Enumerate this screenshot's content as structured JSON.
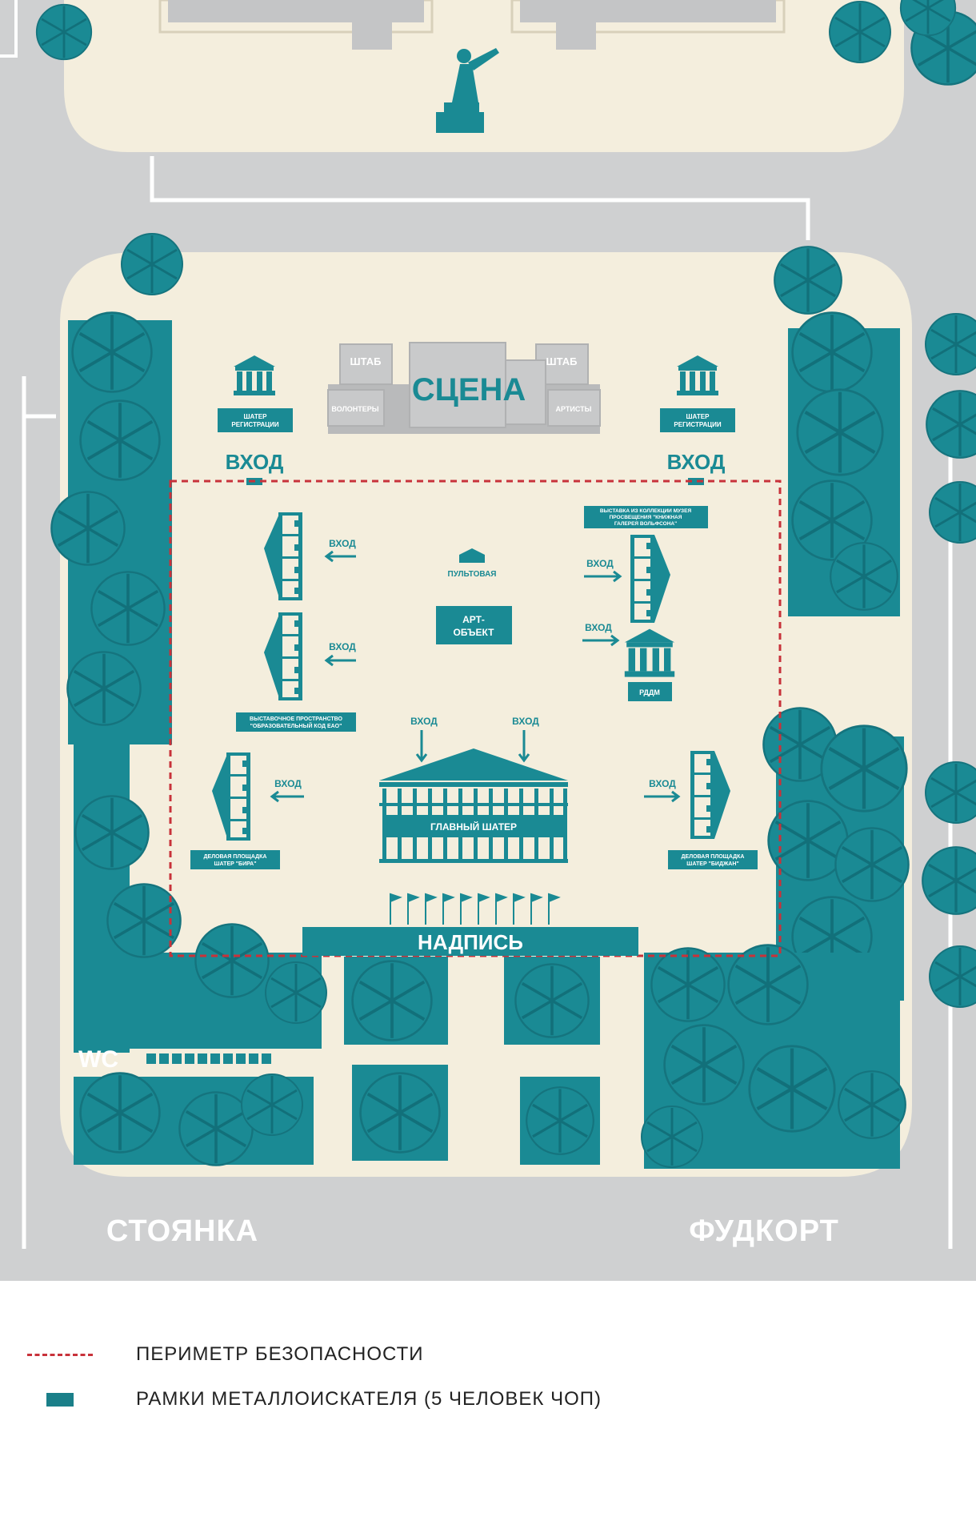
{
  "colors": {
    "road": "#cfd0d1",
    "plaza": "#f4eedd",
    "teal": "#1a8a94",
    "teal_dark": "#12707a",
    "perimeter": "#c8323a",
    "building": "#c4c5c6"
  },
  "stage": {
    "title": "СЦЕНА",
    "hq_left": "ШТАБ",
    "hq_right": "ШТАБ",
    "volunteers": "ВОЛОНТЕРЫ",
    "artists": "АРТИСТЫ"
  },
  "registration": {
    "left": [
      "ШАТЕР",
      "РЕГИСТРАЦИИ"
    ],
    "right": [
      "ШАТЕР",
      "РЕГИСТРАЦИИ"
    ]
  },
  "entrances": {
    "main_left": "ВХОД",
    "main_right": "ВХОД",
    "small_label": "ВХОД"
  },
  "zones": {
    "control_room": "ПУЛЬТОВАЯ",
    "art_object": [
      "АРТ-",
      "ОБЪЕКТ"
    ],
    "exhibition_museum": [
      "ВЫСТАВКА ИЗ КОЛЛЕКЦИИ МУЗЕЯ",
      "ПРОСВЕЩЕНИЯ \"КНИЖНАЯ",
      "ГАЛЕРЕЯ ВОЛЬФСОНА\""
    ],
    "rddm": "РДДМ",
    "exhibition_space": [
      "ВЫСТАВОЧНОЕ ПРОСТРАНСТВО",
      "\"ОБРАЗОВАТЕЛЬНЫЙ КОД ЕАО\""
    ],
    "business_left": [
      "ДЕЛОВАЯ ПЛОЩАДКА",
      "ШАТЕР \"БИРА\""
    ],
    "business_right": [
      "ДЕЛОВАЯ ПЛОЩАДКА",
      "ШАТЕР \"БИДЖАН\""
    ],
    "main_tent": "ГЛАВНЫЙ ШАТЕР",
    "inscription": "НАДПИСЬ",
    "wc": "WC"
  },
  "areas": {
    "parking": "СТОЯНКА",
    "food_court": "ФУДКОРТ"
  },
  "legend": {
    "perimeter": "ПЕРИМЕТР БЕЗОПАСНОСТИ",
    "frames": "РАМКИ МЕТАЛЛОИСКАТЕЛЯ (5 ЧЕЛОВЕК ЧОП)"
  }
}
